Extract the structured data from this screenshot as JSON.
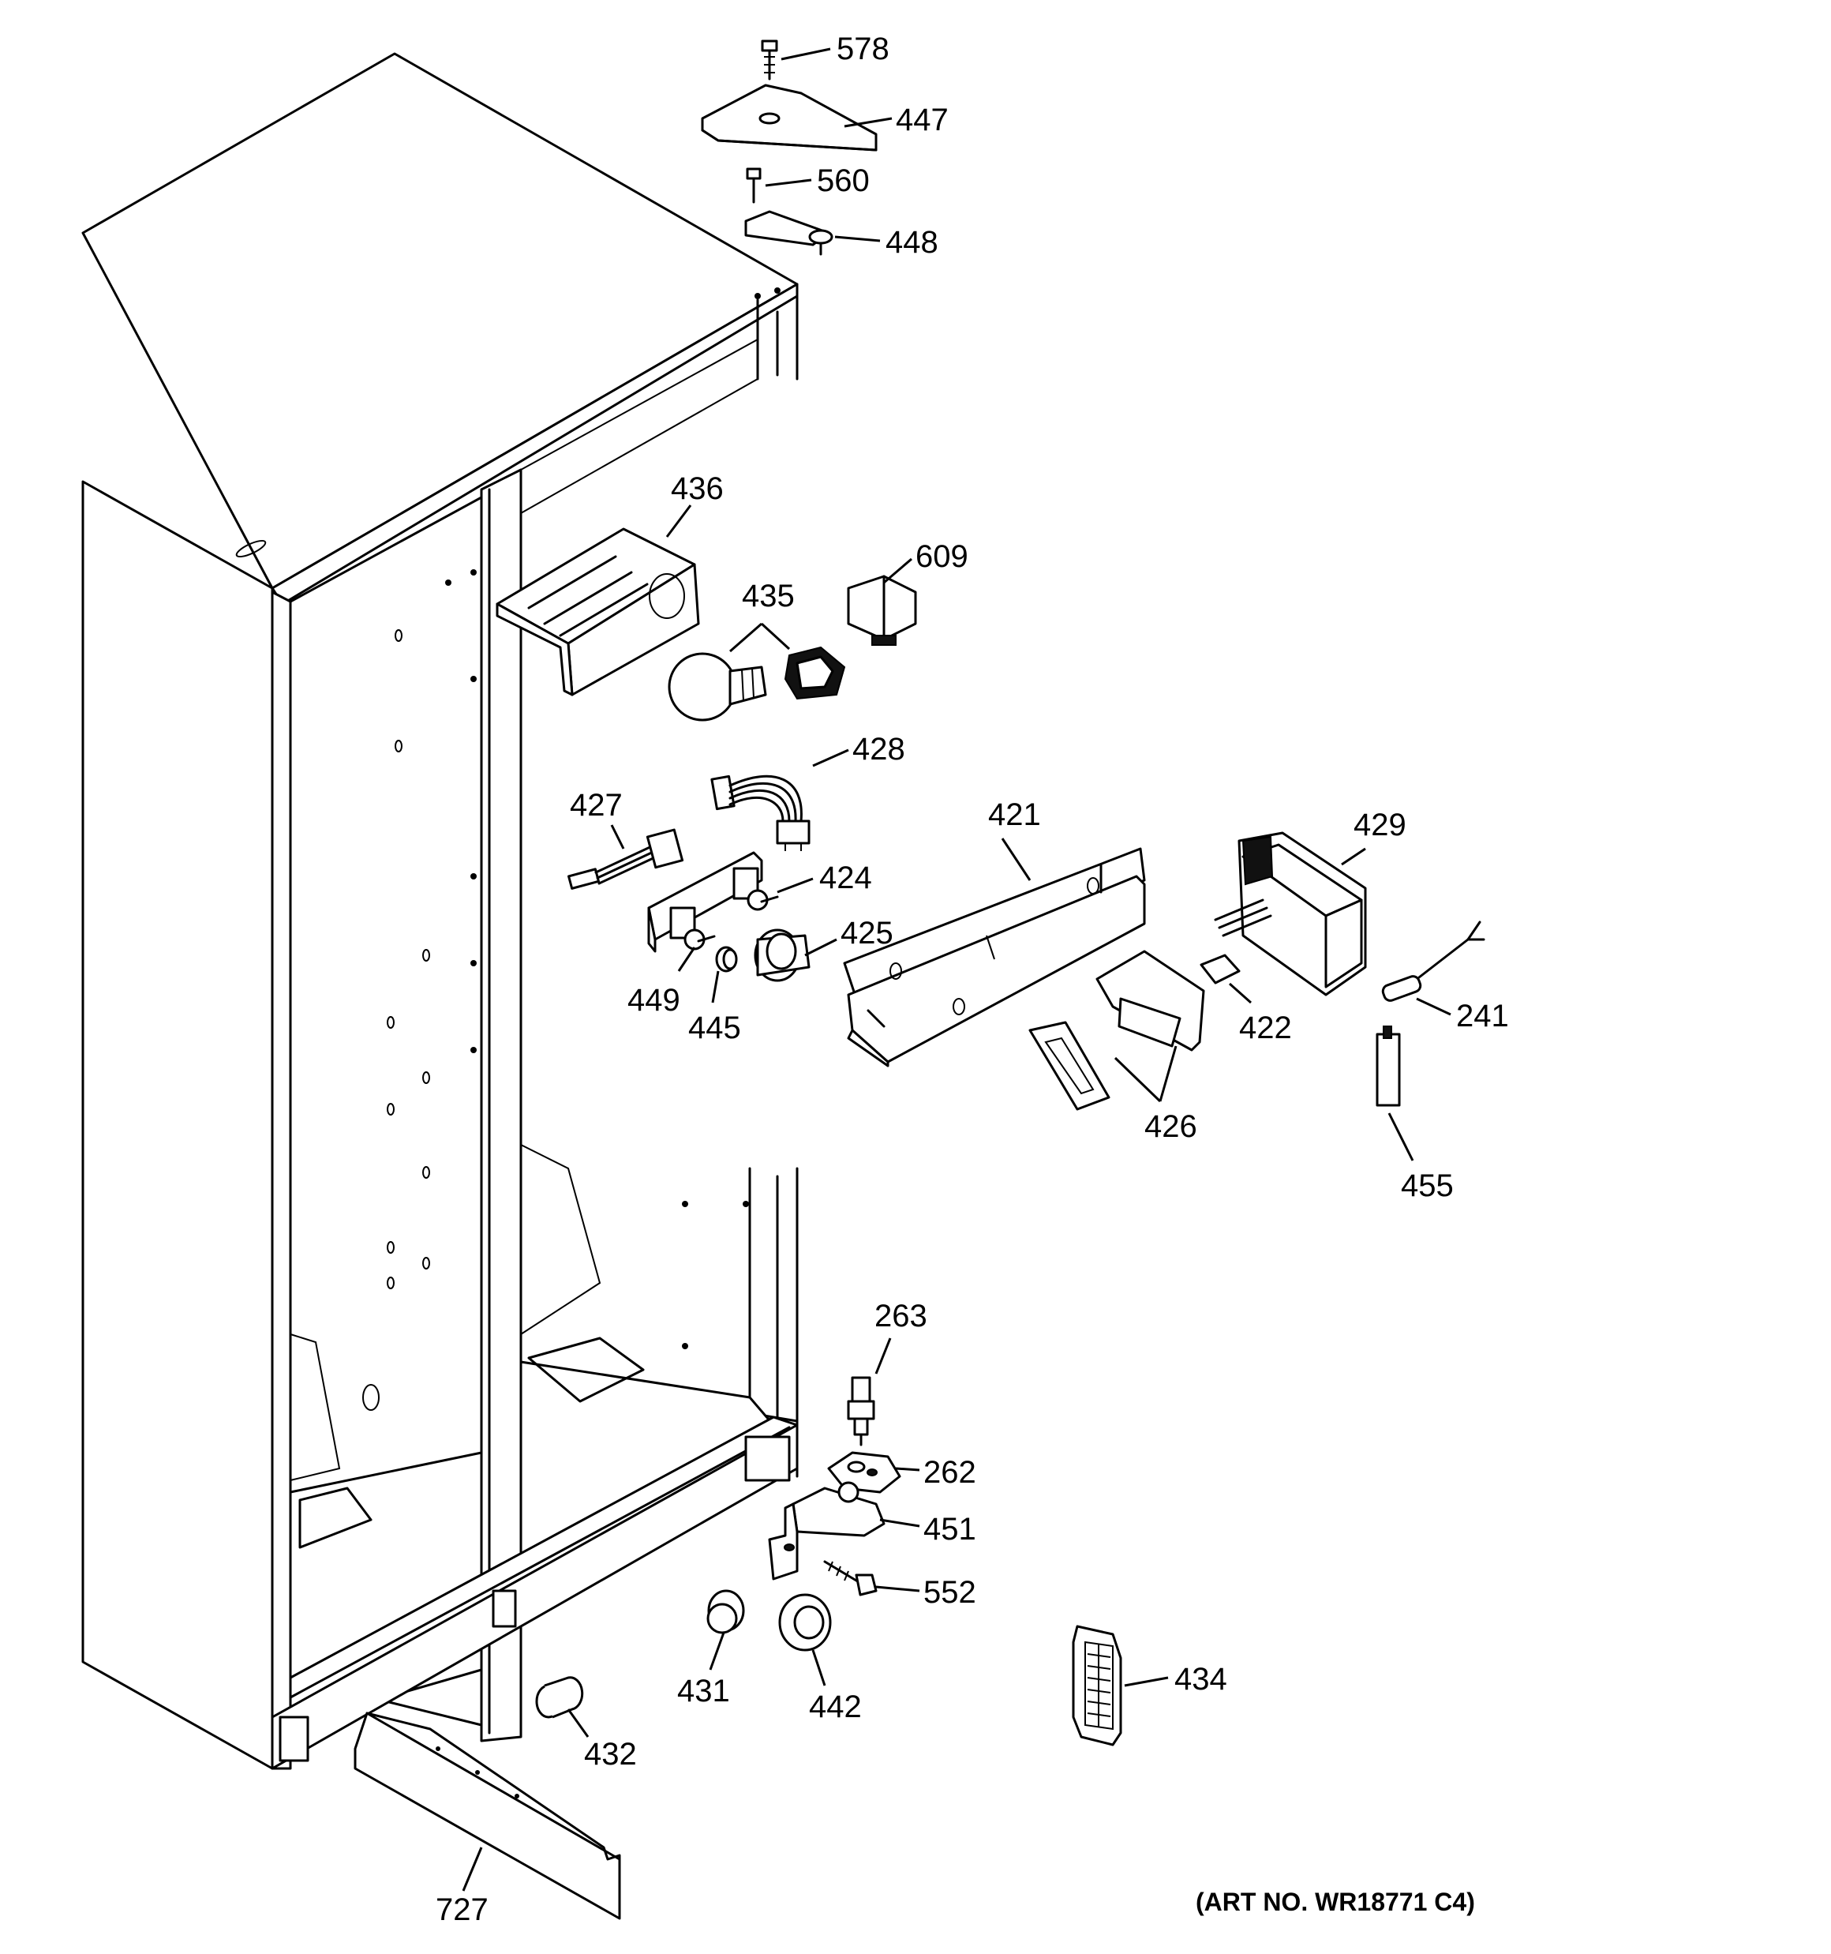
{
  "parts": [
    {
      "id": "p578",
      "label": "578"
    },
    {
      "id": "p447",
      "label": "447"
    },
    {
      "id": "p560",
      "label": "560"
    },
    {
      "id": "p448",
      "label": "448"
    },
    {
      "id": "p436",
      "label": "436"
    },
    {
      "id": "p609",
      "label": "609"
    },
    {
      "id": "p435",
      "label": "435"
    },
    {
      "id": "p428",
      "label": "428"
    },
    {
      "id": "p427",
      "label": "427"
    },
    {
      "id": "p421",
      "label": "421"
    },
    {
      "id": "p429",
      "label": "429"
    },
    {
      "id": "p424",
      "label": "424"
    },
    {
      "id": "p425",
      "label": "425"
    },
    {
      "id": "p449",
      "label": "449"
    },
    {
      "id": "p445",
      "label": "445"
    },
    {
      "id": "p422",
      "label": "422"
    },
    {
      "id": "p241",
      "label": "241"
    },
    {
      "id": "p426",
      "label": "426"
    },
    {
      "id": "p455",
      "label": "455"
    },
    {
      "id": "p263",
      "label": "263"
    },
    {
      "id": "p262",
      "label": "262"
    },
    {
      "id": "p451",
      "label": "451"
    },
    {
      "id": "p552",
      "label": "552"
    },
    {
      "id": "p434",
      "label": "434"
    },
    {
      "id": "p431",
      "label": "431"
    },
    {
      "id": "p442",
      "label": "442"
    },
    {
      "id": "p432",
      "label": "432"
    },
    {
      "id": "p727",
      "label": "727"
    }
  ],
  "art_number": "(ART NO. WR18771 C4)"
}
